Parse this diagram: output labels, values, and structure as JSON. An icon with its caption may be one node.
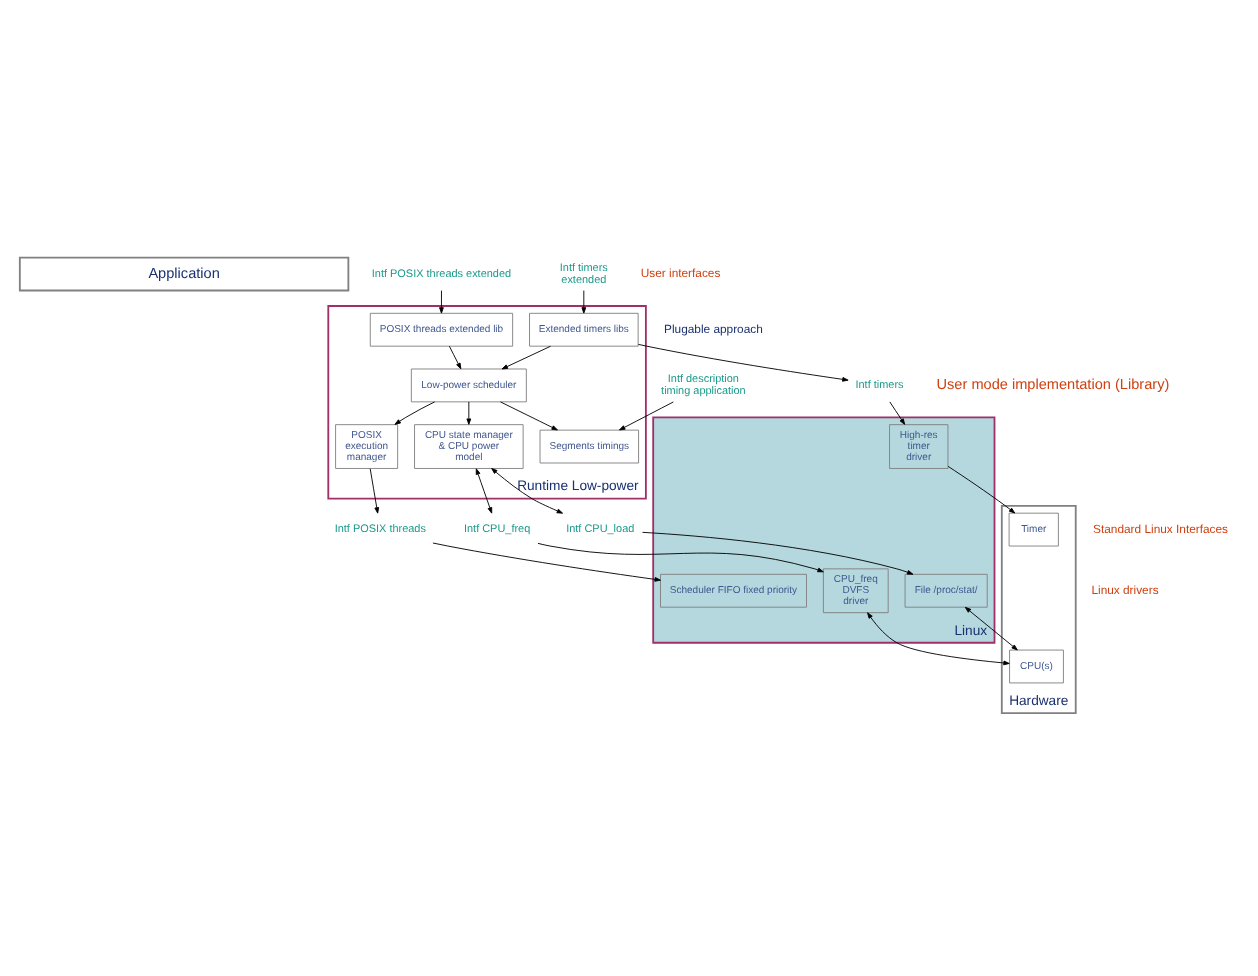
{
  "diagram": {
    "nodes": [
      {
        "text": [
          "Application"
        ]
      },
      {
        "text": [
          "Intf POSIX threads extended"
        ]
      },
      {
        "text": [
          "Intf description timing application"
        ]
      },
      {
        "text": [
          "Intf timers extended"
        ]
      },
      {
        "text": [
          "Runtime Low-power"
        ]
      },
      {
        "text": [
          "POSIX threads extended lib"
        ],
        "in": 4
      },
      {
        "text": [
          "Segments timings"
        ],
        "in": 4
      },
      {
        "text": [
          "Extended timers libs"
        ],
        "in": 4
      },
      {
        "text": [
          "Low-power scheduler"
        ],
        "in": 4
      },
      {
        "text": [
          "POSIX execution manager"
        ],
        "in": 4
      },
      {
        "text": [
          "CPU state manager & CPU power model"
        ],
        "in": 4
      },
      {
        "text": [
          "Intf CPU_freq"
        ]
      },
      {
        "text": [
          "Intf CPU_load"
        ]
      },
      {
        "text": [
          "Intf POSIX threads"
        ]
      },
      {
        "text": [
          "Intf timers"
        ]
      },
      {
        "text": [
          "Linux"
        ]
      },
      {
        "text": [
          "CPU_freq DVFS driver"
        ],
        "in": 15
      },
      {
        "text": [
          "File /proc/stat/"
        ],
        "in": 15
      },
      {
        "text": [
          "Scheduler FIFO fixed priority"
        ],
        "in": 15
      },
      {
        "text": [
          "High-res timer driver"
        ],
        "in": 15
      },
      {
        "text": [
          "Hardware"
        ]
      },
      {
        "text": [
          "CPU(s)"
        ],
        "in": 20
      },
      {
        "text": [
          "Timer"
        ],
        "in": 20
      }
    ],
    "edges": [
      {
        "from": 1,
        "to": 5,
        "arrow": "to"
      },
      {
        "from": 2,
        "to": 6,
        "arrow": "to"
      },
      {
        "from": 3,
        "to": 7,
        "arrow": "to"
      },
      {
        "from": 5,
        "to": 8,
        "arrow": "to"
      },
      {
        "from": 8,
        "to": 6,
        "arrow": "to"
      },
      {
        "from": 7,
        "to": 8,
        "arrow": "to"
      },
      {
        "from": 8,
        "to": 9,
        "arrow": "to"
      },
      {
        "from": 8,
        "to": 10,
        "arrow": "to"
      },
      {
        "from": 10,
        "to": 11,
        "arrow": "both"
      },
      {
        "from": 10,
        "to": 12,
        "arrow": "both"
      },
      {
        "from": 9,
        "to": 13,
        "arrow": "to"
      },
      {
        "from": 7,
        "to": 14,
        "arrow": "to"
      },
      {
        "from": 11,
        "to": 16,
        "arrow": "to"
      },
      {
        "from": 12,
        "to": 17,
        "arrow": "to"
      },
      {
        "from": 13,
        "to": 18,
        "arrow": "to"
      },
      {
        "from": 14,
        "to": 19,
        "arrow": "to"
      },
      {
        "from": 16,
        "to": 21,
        "arrow": "both"
      },
      {
        "from": 17,
        "to": 21,
        "arrow": "both"
      },
      {
        "from": 19,
        "to": 22,
        "arrow": "to"
      }
    ],
    "labels": [
      "User interfaces",
      "Plugable approach",
      "User mode implementation (Library)",
      "Standard Linux Interfaces",
      "Linux drivers"
    ]
  }
}
